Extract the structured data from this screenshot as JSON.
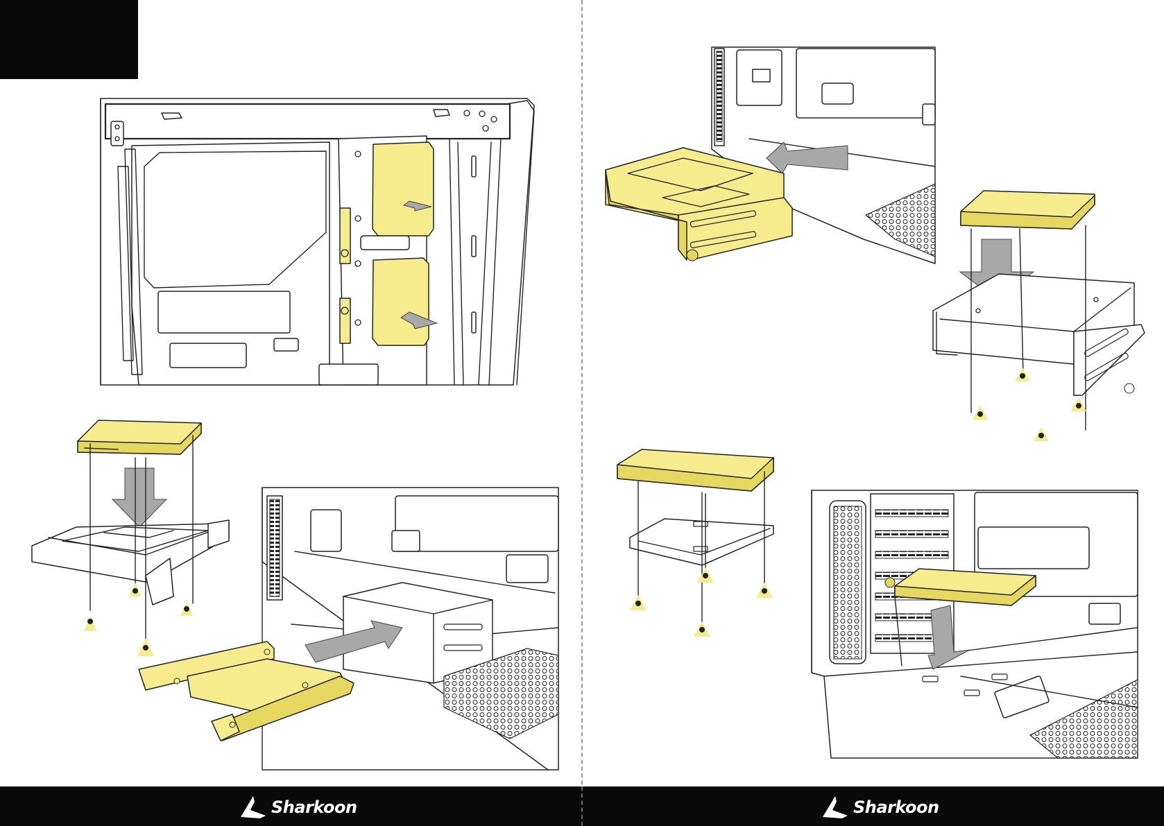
{
  "brand": {
    "name": "Sharkoon",
    "color_primary": "#ffffff",
    "footer_bg": "#0a0a0a"
  },
  "colors": {
    "highlight_part": "#f6ec8e",
    "arrow": "#a8a8a8",
    "line": "#222222"
  },
  "panels": [
    {
      "id": "ssd-mount-behind-mainboard-tray"
    },
    {
      "id": "ssd-into-tray-bracket"
    },
    {
      "id": "remove-drive-cage"
    },
    {
      "id": "hdd-into-drive-cage"
    },
    {
      "id": "ssd-into-plate"
    },
    {
      "id": "mount-plate-in-case"
    }
  ]
}
